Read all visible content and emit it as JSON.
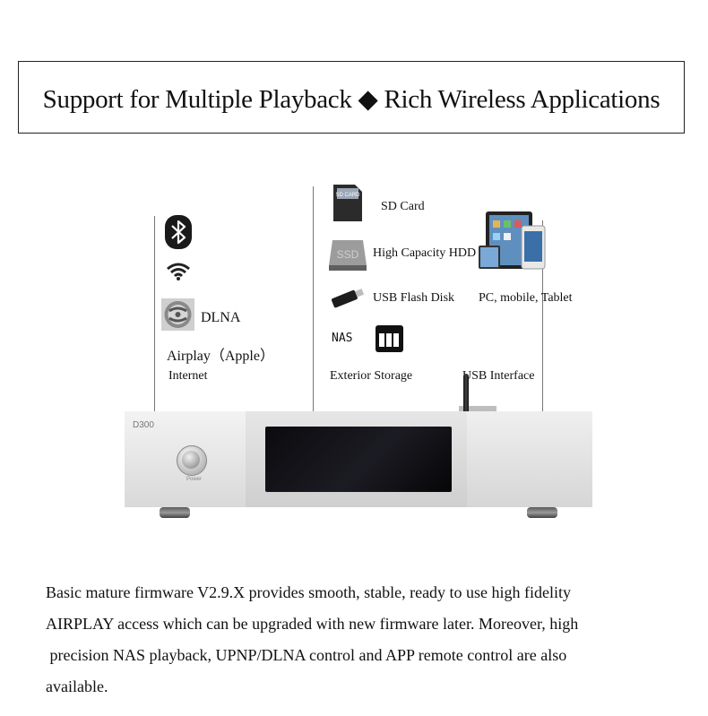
{
  "header": {
    "title": "Support for Multiple Playback ◆ Rich Wireless Applications"
  },
  "wireless": {
    "dlna_label": "DLNA",
    "airplay_label": "Airplay（Apple）",
    "internet_label": "Internet"
  },
  "storage": {
    "sd_card_label": "SD Card",
    "sd_card_chip": "SD CARD",
    "hdd_label": "High Capacity HDD",
    "hdd_chip": "SSD",
    "usb_flash_label": "USB Flash Disk",
    "nas_text": "NAS",
    "exterior_label": "Exterior Storage"
  },
  "devices": {
    "pc_label": "PC, mobile, Tablet",
    "usb_interface_label": "USB Interface"
  },
  "product": {
    "model": "D300",
    "knob_label": "Power"
  },
  "description": {
    "line1": "Basic mature firmware V2.9.X provides smooth, stable, ready to use high fidelity",
    "line2": "AIRPLAY access which can be upgraded with new firmware later. Moreover, high",
    "line3": " precision NAS playback, UPNP/DLNA control and APP remote control are also",
    "line4": "available."
  },
  "colors": {
    "text": "#111111",
    "divider": "#777777",
    "chassis": "#d9d9d9"
  },
  "icons": [
    "bluetooth-icon",
    "wifi-icon",
    "dlna-icon",
    "sd-card-icon",
    "hdd-icon",
    "usb-flash-icon",
    "nas-icon",
    "tablet-phone-icon",
    "antenna-icon"
  ]
}
